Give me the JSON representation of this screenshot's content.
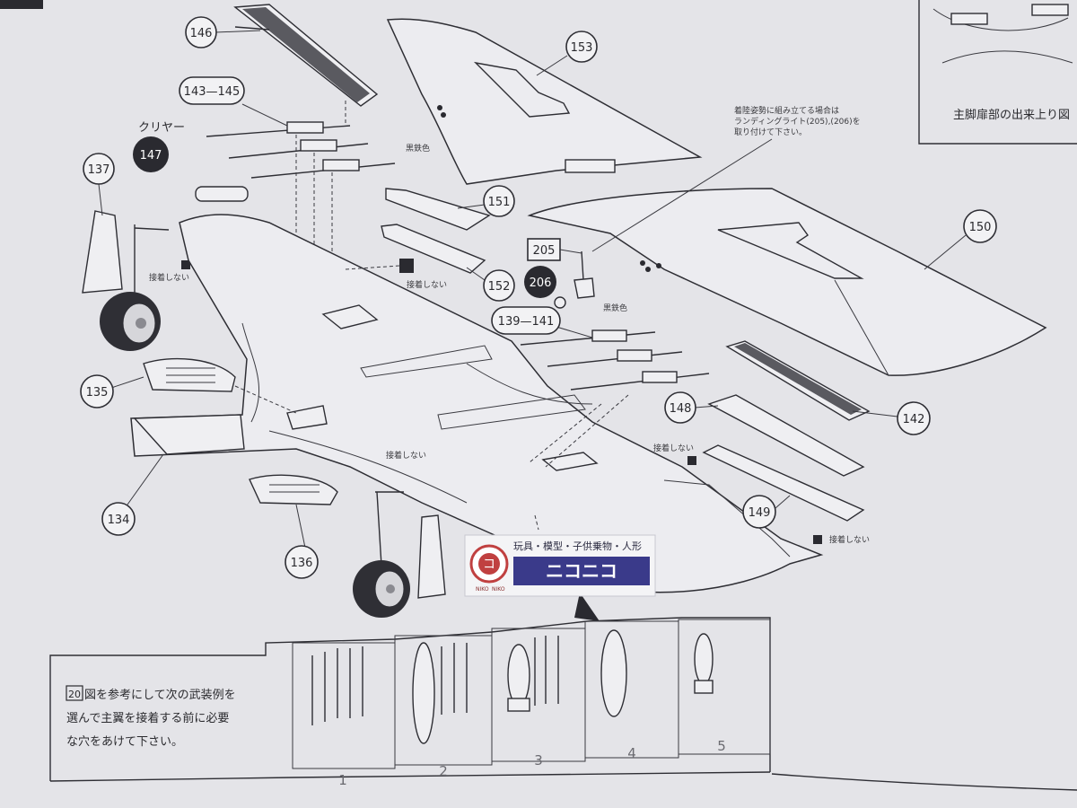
{
  "parts": {
    "p146": "146",
    "p143_145": "143—145",
    "p147": "147",
    "p137": "137",
    "p153": "153",
    "p151": "151",
    "p152": "152",
    "p150": "150",
    "p205": "205",
    "p206": "206",
    "p139_141": "139—141",
    "p135": "135",
    "p134": "134",
    "p136": "136",
    "p148": "148",
    "p142": "142",
    "p149": "149"
  },
  "notes": {
    "clear": "クリヤー",
    "black_iron_1": "黒鉄色",
    "black_iron_2": "黒鉄色",
    "no_glue_1": "接着しない",
    "no_glue_2": "接着しない",
    "no_glue_3": "接着しない",
    "no_glue_4": "接着しない",
    "no_glue_5": "接着しない",
    "landing_light_1": "着陸姿勢に組み立てる場合は",
    "landing_light_2": "ランディングライト(205),(206)を",
    "landing_light_3": "取り付けて下さい。",
    "inset_caption": "主脚扉部の出来上り図"
  },
  "sticker": {
    "line1": "玩具・模型・子供乗物・人形",
    "brand": "ニコニコ",
    "logo": "コ",
    "ring_left": "NIKO",
    "ring_right": "NIKO"
  },
  "armament": {
    "instruction_ref": "20",
    "instruction_1": "図を参考にして次の武装例を",
    "instruction_2": "選んで主翼を接着する前に必要",
    "instruction_3": "な穴をあけて下さい。",
    "options": [
      "1",
      "2",
      "3",
      "4",
      "5"
    ]
  }
}
